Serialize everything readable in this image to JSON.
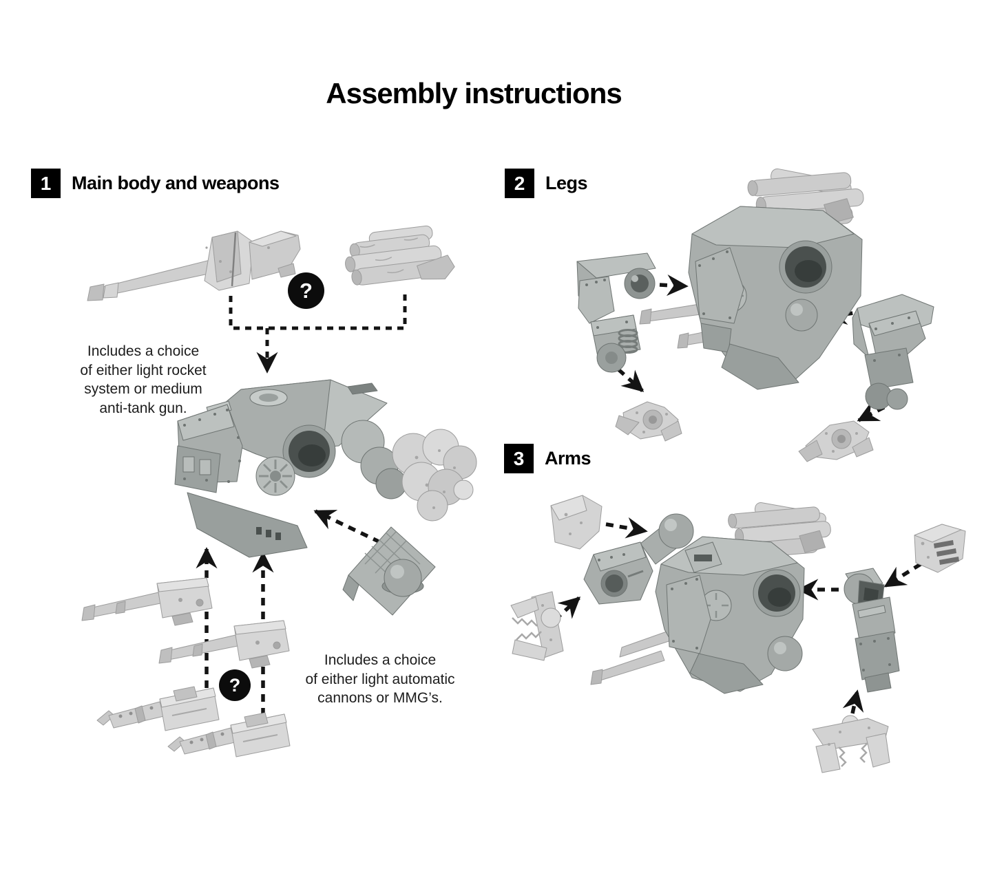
{
  "title": "Assembly instructions",
  "sections": {
    "step1": {
      "number": "1",
      "label": "Main body and weapons",
      "rocket_note": "Includes a choice\nof either light rocket\nsystem or medium\nanti-tank gun.",
      "cannon_note": "Includes a choice\nof either light automatic\ncannons or MMG’s.",
      "weapon_choice_marker": "?",
      "secondary_choice_marker": "?",
      "parts": [
        "medium anti-tank gun",
        "light rocket system",
        "main body",
        "engine exhaust cluster",
        "radiator block",
        "light automatic cannon (x2)",
        "MMG (x2)"
      ]
    },
    "step2": {
      "number": "2",
      "label": "Legs",
      "parts": [
        "walker body",
        "left leg",
        "right leg",
        "left foot",
        "right foot"
      ]
    },
    "step3": {
      "number": "3",
      "label": "Arms",
      "parts": [
        "walker body",
        "left shoulder plate",
        "left arm",
        "left claw",
        "right shoulder plate",
        "right arm",
        "right claw"
      ]
    }
  },
  "colors": {
    "background": "#ffffff",
    "text": "#000000",
    "badge_bg": "#000000",
    "badge_text": "#ffffff",
    "arrow": "#141414",
    "part_light_gray": "#d4d4d4",
    "part_mid_gray": "#a9aeac",
    "part_dark_gray": "#565c5a"
  }
}
